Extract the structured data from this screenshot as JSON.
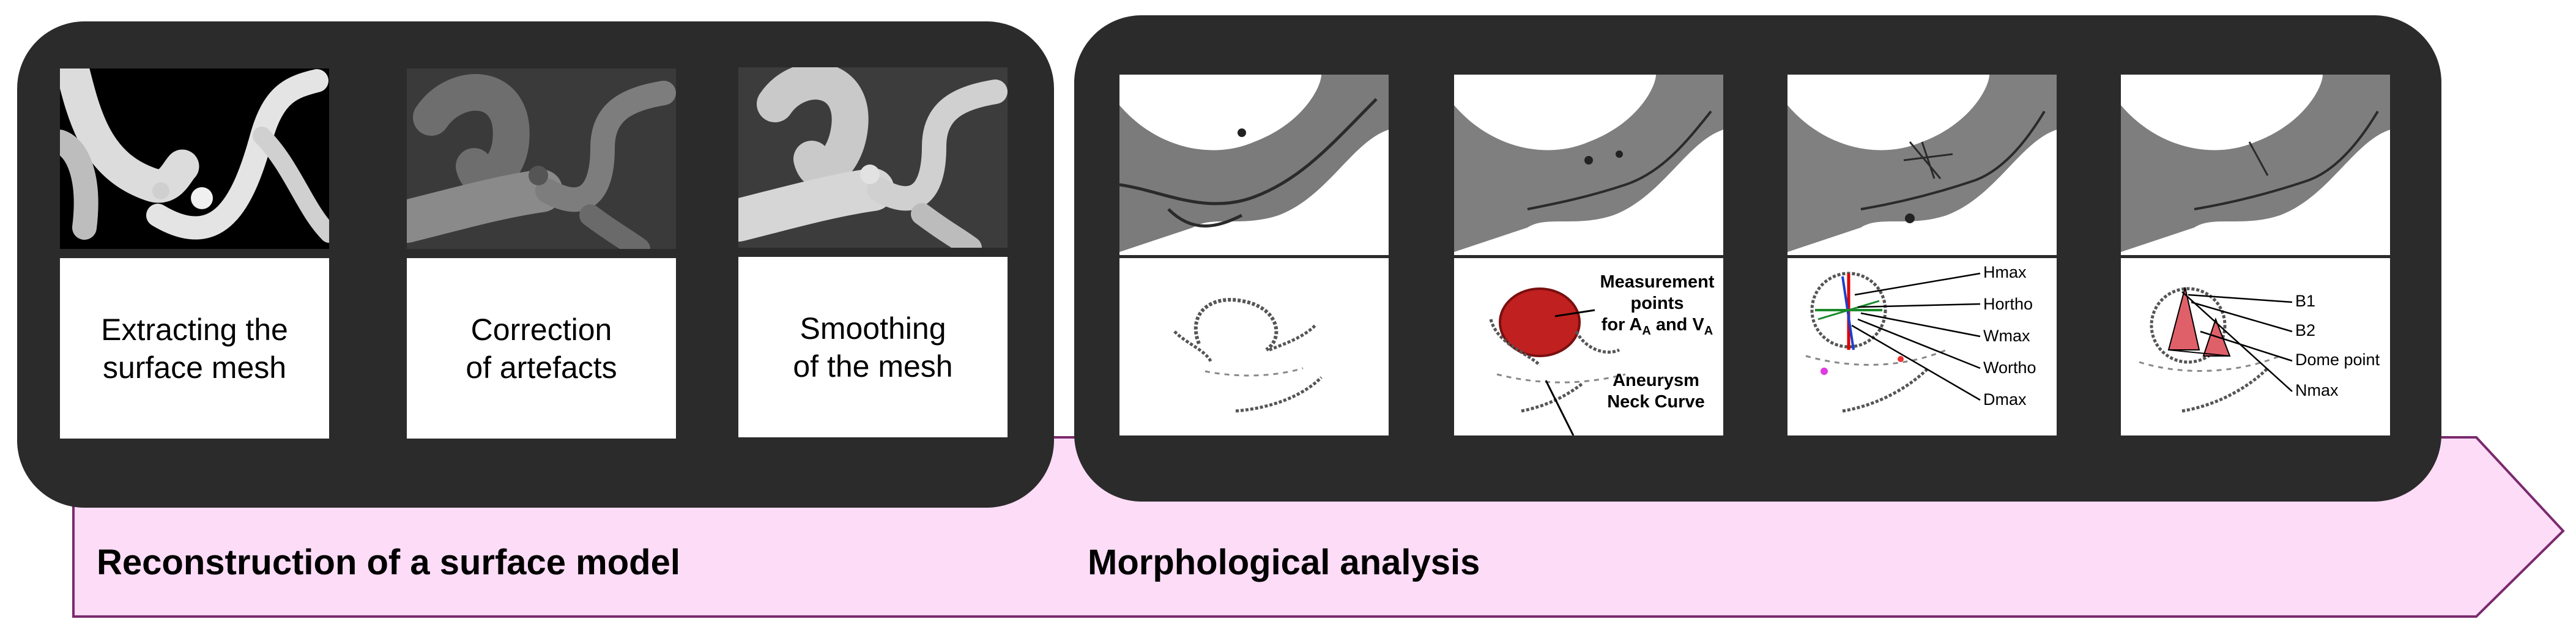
{
  "stages": {
    "reconstruction": {
      "title": "Reconstruction of a surface model"
    },
    "morphology": {
      "title": "Morphological analysis"
    }
  },
  "steps": [
    {
      "label": "Extracting the\nsurface mesh"
    },
    {
      "label": "Correction\nof artefacts"
    },
    {
      "label": "Smoothing\nof the mesh"
    }
  ],
  "morph": {
    "measurement_line1": "Measurement",
    "measurement_line2": "points",
    "measurement_line3_pre": "for A",
    "measurement_sub_a": "A",
    "measurement_and": " and V",
    "measurement_sub_v": "A",
    "neck_line1": "Aneurysm",
    "neck_line2": "Neck Curve",
    "indices": [
      "Hmax",
      "Hortho",
      "Wmax",
      "Wortho",
      "Dmax"
    ],
    "dome_labels": [
      "B1",
      "B2",
      "Dome point",
      "Nmax"
    ]
  },
  "colors": {
    "panel": "#2b2b2b",
    "arrow_fill": "#fcdcf6",
    "arrow_stroke": "#7a2a6e",
    "aneurysm_red": "#c0201f"
  }
}
